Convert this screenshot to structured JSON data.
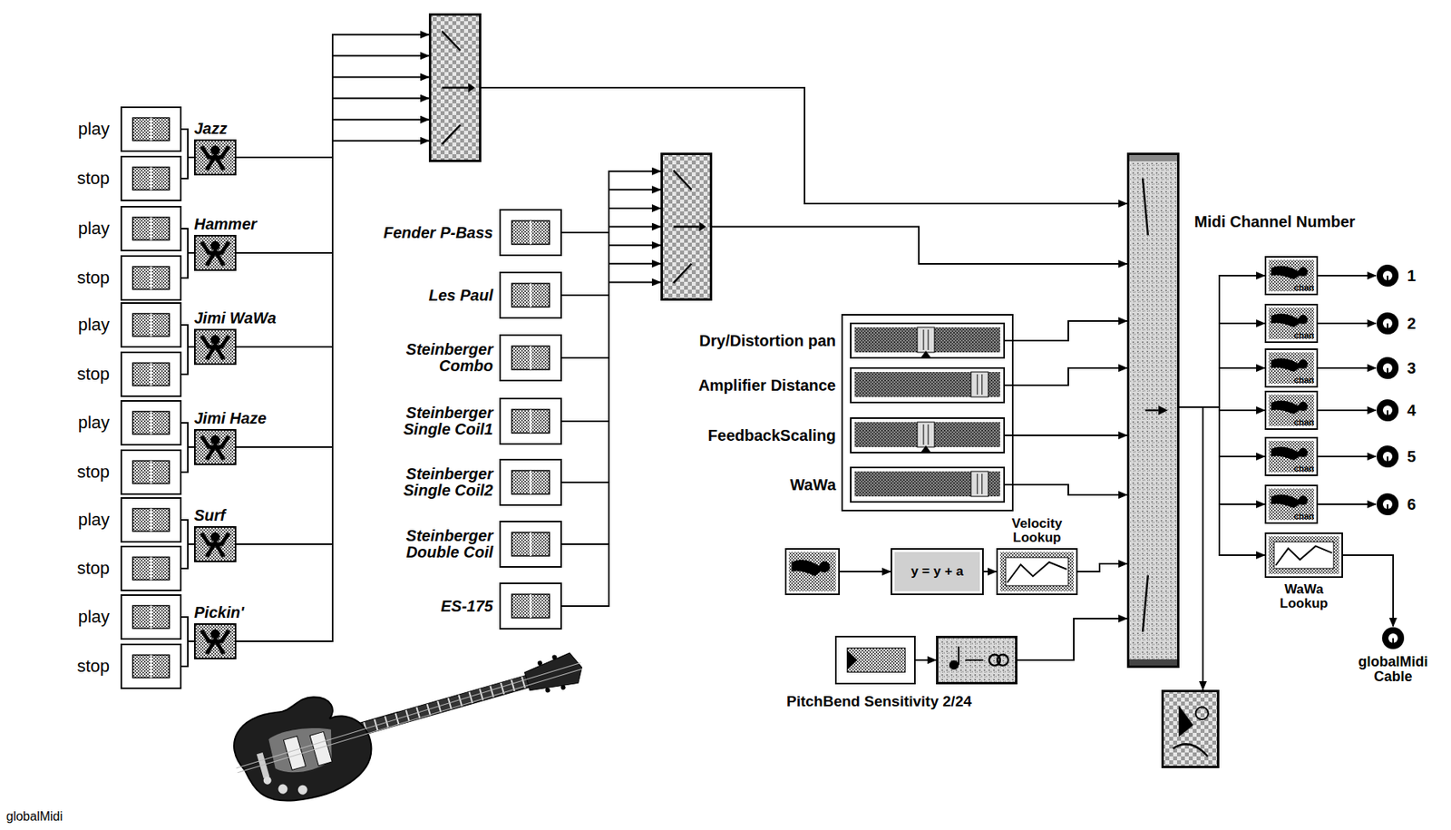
{
  "diagram": {
    "nodes": [
      {
        "text": [
          "play"
        ]
      },
      {
        "text": [
          "stop"
        ]
      },
      {
        "text": [
          "play"
        ]
      },
      {
        "text": [
          "stop"
        ]
      },
      {
        "text": [
          "play"
        ]
      },
      {
        "text": [
          "stop"
        ]
      },
      {
        "text": [
          "play"
        ]
      },
      {
        "text": [
          "stop"
        ]
      },
      {
        "text": [
          "play"
        ]
      },
      {
        "text": [
          "stop"
        ]
      },
      {
        "text": [
          "play"
        ]
      },
      {
        "text": [
          "stop"
        ]
      },
      {
        "text": [
          "Jazz"
        ]
      },
      {
        "text": [
          "Hammer"
        ]
      },
      {
        "text": [
          "Jimi WaWa"
        ]
      },
      {
        "text": [
          "Jimi Haze"
        ]
      },
      {
        "text": [
          "Surf"
        ]
      },
      {
        "text": [
          "Pickin'"
        ]
      },
      {
        "text": []
      },
      {
        "text": [
          "Fender P-Bass"
        ]
      },
      {
        "text": [
          "Les Paul"
        ]
      },
      {
        "text": [
          "Steinberger Combo"
        ]
      },
      {
        "text": [
          "Steinberger Single Coil1"
        ]
      },
      {
        "text": [
          "Steinberger Single Coil2"
        ]
      },
      {
        "text": [
          "Steinberger Double Coil"
        ]
      },
      {
        "text": [
          "ES-175"
        ]
      },
      {
        "text": []
      },
      {
        "text": [
          "Dry/Distortion pan"
        ]
      },
      {
        "text": [
          "Amplifier Distance"
        ]
      },
      {
        "text": [
          "FeedbackScaling"
        ]
      },
      {
        "text": [
          "WaWa"
        ]
      },
      {
        "text": []
      },
      {
        "text": [
          "y = y + a"
        ]
      },
      {
        "text": [
          "Velocity Lookup"
        ]
      },
      {
        "text": [
          "PitchBend Sensitivity 2/24"
        ]
      },
      {
        "text": []
      },
      {
        "text": []
      },
      {
        "text": [
          "chan"
        ]
      },
      {
        "text": [
          "chan"
        ]
      },
      {
        "text": [
          "chan"
        ]
      },
      {
        "text": [
          "chan"
        ]
      },
      {
        "text": [
          "chan"
        ]
      },
      {
        "text": [
          "chan"
        ]
      },
      {
        "text": [
          "1"
        ]
      },
      {
        "text": [
          "2"
        ]
      },
      {
        "text": [
          "3"
        ]
      },
      {
        "text": [
          "4"
        ]
      },
      {
        "text": [
          "5"
        ]
      },
      {
        "text": [
          "6"
        ]
      },
      {
        "text": [
          "WaWa Lookup"
        ]
      },
      {
        "text": [
          "globalMidi Cable"
        ]
      },
      {
        "text": []
      }
    ],
    "edges": [
      {
        "from": 0,
        "to": 12,
        "arrow": "none"
      },
      {
        "from": 1,
        "to": 12,
        "arrow": "none"
      },
      {
        "from": 2,
        "to": 13,
        "arrow": "none"
      },
      {
        "from": 3,
        "to": 13,
        "arrow": "none"
      },
      {
        "from": 4,
        "to": 14,
        "arrow": "none"
      },
      {
        "from": 5,
        "to": 14,
        "arrow": "none"
      },
      {
        "from": 6,
        "to": 15,
        "arrow": "none"
      },
      {
        "from": 7,
        "to": 15,
        "arrow": "none"
      },
      {
        "from": 8,
        "to": 16,
        "arrow": "none"
      },
      {
        "from": 9,
        "to": 16,
        "arrow": "none"
      },
      {
        "from": 10,
        "to": 17,
        "arrow": "none"
      },
      {
        "from": 11,
        "to": 17,
        "arrow": "none"
      },
      {
        "from": 12,
        "to": 18,
        "arrow": "to"
      },
      {
        "from": 13,
        "to": 18,
        "arrow": "to"
      },
      {
        "from": 14,
        "to": 18,
        "arrow": "to"
      },
      {
        "from": 15,
        "to": 18,
        "arrow": "to"
      },
      {
        "from": 16,
        "to": 18,
        "arrow": "to"
      },
      {
        "from": 17,
        "to": 18,
        "arrow": "to"
      },
      {
        "from": 18,
        "to": 36,
        "arrow": "to"
      },
      {
        "from": 19,
        "to": 26,
        "arrow": "to"
      },
      {
        "from": 20,
        "to": 26,
        "arrow": "to"
      },
      {
        "from": 21,
        "to": 26,
        "arrow": "to"
      },
      {
        "from": 22,
        "to": 26,
        "arrow": "to"
      },
      {
        "from": 23,
        "to": 26,
        "arrow": "to"
      },
      {
        "from": 24,
        "to": 26,
        "arrow": "to"
      },
      {
        "from": 25,
        "to": 26,
        "arrow": "to"
      },
      {
        "from": 26,
        "to": 36,
        "arrow": "to"
      },
      {
        "from": 27,
        "to": 36,
        "arrow": "to"
      },
      {
        "from": 28,
        "to": 36,
        "arrow": "to"
      },
      {
        "from": 29,
        "to": 36,
        "arrow": "to"
      },
      {
        "from": 30,
        "to": 36,
        "arrow": "to"
      },
      {
        "from": 31,
        "to": 32,
        "arrow": "to"
      },
      {
        "from": 32,
        "to": 33,
        "arrow": "to"
      },
      {
        "from": 33,
        "to": 36,
        "arrow": "to"
      },
      {
        "from": 34,
        "to": 35,
        "arrow": "to"
      },
      {
        "from": 35,
        "to": 36,
        "arrow": "to"
      },
      {
        "from": 36,
        "to": 37,
        "arrow": "to"
      },
      {
        "from": 36,
        "to": 38,
        "arrow": "to"
      },
      {
        "from": 36,
        "to": 39,
        "arrow": "to"
      },
      {
        "from": 36,
        "to": 40,
        "arrow": "to"
      },
      {
        "from": 36,
        "to": 41,
        "arrow": "to"
      },
      {
        "from": 36,
        "to": 42,
        "arrow": "to"
      },
      {
        "from": 36,
        "to": 49,
        "arrow": "to"
      },
      {
        "from": 36,
        "to": 51,
        "arrow": "to"
      },
      {
        "from": 37,
        "to": 43,
        "arrow": "to"
      },
      {
        "from": 38,
        "to": 44,
        "arrow": "to"
      },
      {
        "from": 39,
        "to": 45,
        "arrow": "to"
      },
      {
        "from": 40,
        "to": 46,
        "arrow": "to"
      },
      {
        "from": 41,
        "to": 47,
        "arrow": "to"
      },
      {
        "from": 42,
        "to": 48,
        "arrow": "to"
      },
      {
        "from": 49,
        "to": 50,
        "arrow": "to"
      }
    ],
    "labels": [
      "Midi Channel Number",
      "globalMidi"
    ]
  }
}
